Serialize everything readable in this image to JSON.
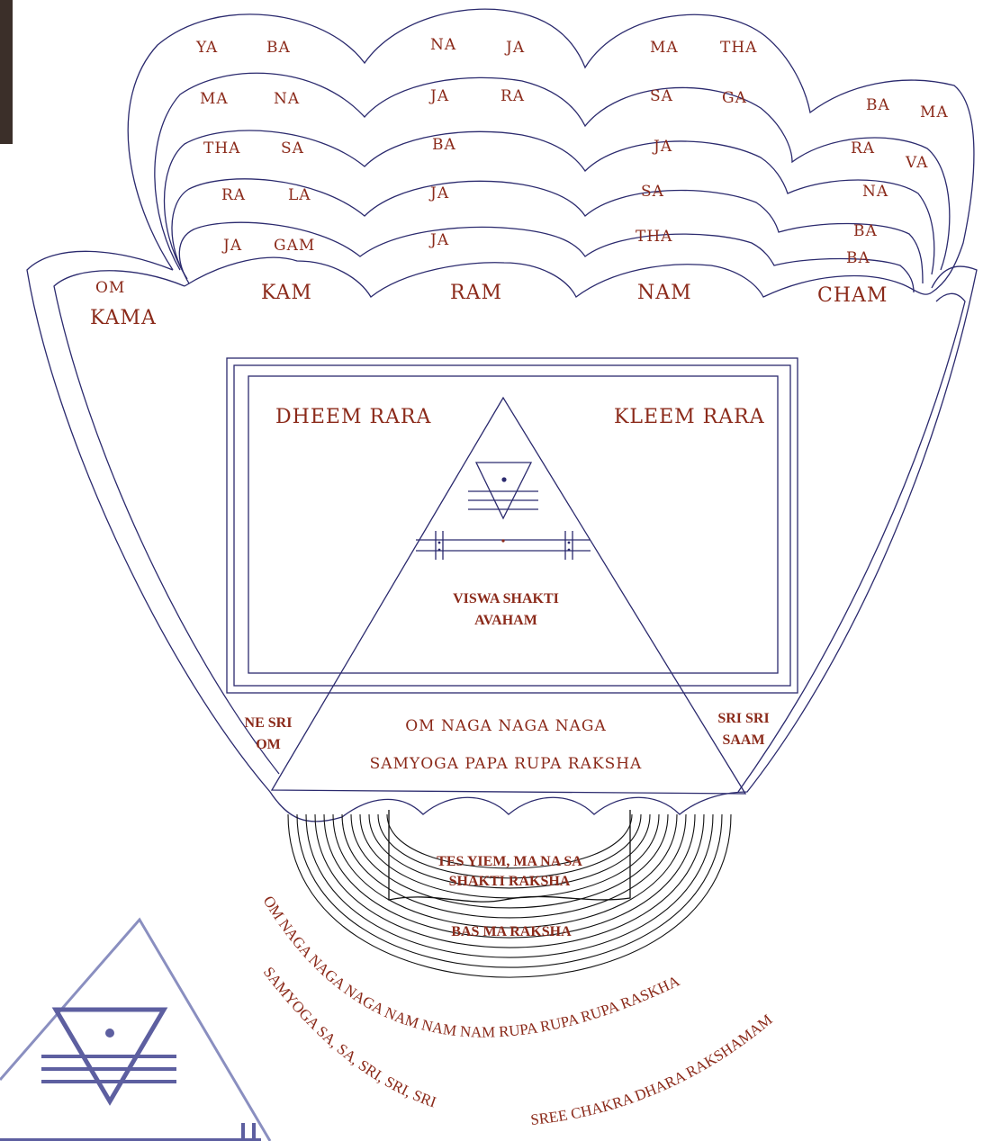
{
  "colors": {
    "line": "#2b2a6e",
    "text": "#8b2a1a",
    "corner_bg": "#3b2f29"
  },
  "petals": {
    "row1": [
      "YA",
      "BA",
      "NA",
      "JA",
      "MA",
      "THA",
      "BA",
      "MA"
    ],
    "row2": [
      "MA",
      "NA",
      "JA",
      "RA",
      "SA",
      "GA",
      "RA",
      "VA"
    ],
    "row3": [
      "THA",
      "SA",
      "BA",
      "JA",
      "NA"
    ],
    "row4": [
      "RA",
      "LA",
      "JA",
      "SA",
      "BA"
    ],
    "row5": [
      "JA",
      "GAM",
      "JA",
      "THA",
      "BA"
    ]
  },
  "rim": {
    "left_top": "OM",
    "left": "KAMA",
    "items": [
      "KAM",
      "RAM",
      "NAM",
      "CHAM"
    ]
  },
  "square": {
    "left": "DHEEM RARA",
    "right": "KLEEM RARA",
    "center": [
      "VISWA SHAKTI",
      "AVAHAM"
    ]
  },
  "lower": {
    "left": [
      "NE SRI",
      "OM"
    ],
    "right": [
      "SRI SRI",
      "SAAM"
    ],
    "line1": "OM NAGA NAGA NAGA",
    "line2": "SAMYOGA PAPA RUPA RAKSHA"
  },
  "stem": {
    "banner": [
      "TES YIEM, MA NA SA",
      "SHAKTI RAKSHA"
    ],
    "bottom": "BAS MA RAKSHA"
  },
  "arcs": {
    "outer": "OM NAGA NAGA NAGA NAM NAM NAM RUPA RUPA RUPA RASKHA",
    "inner": "SAMYOGA SA, SA, SRI, SRI, SRI",
    "inner_right": "SREE CHAKRA DHARA RAKSHAMAM"
  }
}
